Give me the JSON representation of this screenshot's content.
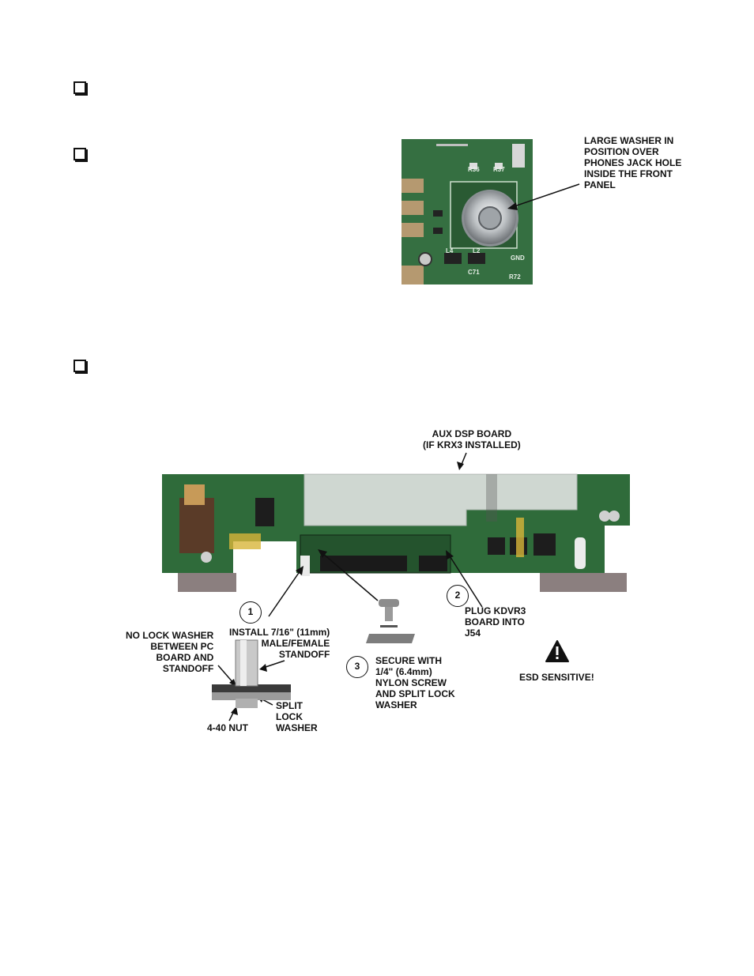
{
  "steps": [
    {
      "checkbox": "unchecked"
    },
    {
      "checkbox": "unchecked"
    },
    {
      "checkbox": "unchecked"
    }
  ],
  "top_figure": {
    "callout": "LARGE WASHER IN\nPOSITION OVER\nPHONES JACK HOLE\nINSIDE THE FRONT\nPANEL",
    "silk": {
      "r36": "R36",
      "r37": "R37",
      "l4": "L4",
      "l2": "L2",
      "gnd": "GND",
      "c71": "C71",
      "r72": "R72"
    }
  },
  "main_figure": {
    "aux_dsp_label": "AUX DSP BOARD\n(IF KRX3 INSTALLED)",
    "step1": {
      "number": "1",
      "text": "INSTALL 7/16\" (11mm)\nMALE/FEMALE\nSTANDOFF"
    },
    "step2": {
      "number": "2",
      "text": "PLUG KDVR3\nBOARD INTO\nJ54"
    },
    "step3": {
      "number": "3",
      "text": "SECURE WITH\n1/4\" (6.4mm)\nNYLON SCREW\nAND SPLIT LOCK\nWASHER"
    },
    "no_lock_washer": "NO LOCK WASHER\nBETWEEN PC\nBOARD AND\nSTANDOFF",
    "split_lock_washer": "SPLIT\nLOCK\nWASHER",
    "nut": "4-40 NUT",
    "esd": "ESD SENSITIVE!"
  },
  "colors": {
    "pcb": "#2f6b3a",
    "pcb_dark": "#1f4a28",
    "overlay": "#e6e6e6",
    "text": "#111111"
  }
}
